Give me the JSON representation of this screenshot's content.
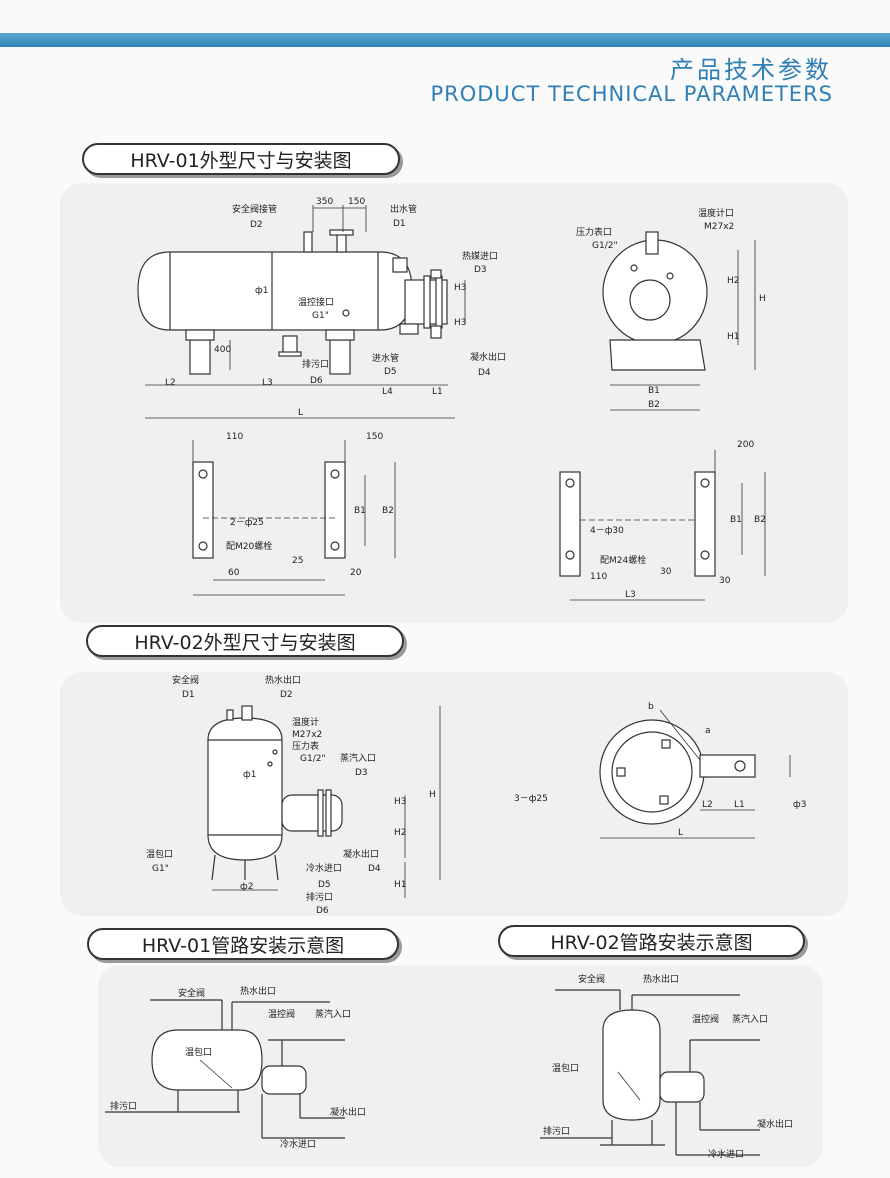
{
  "header": {
    "title_cn": "产品技术参数",
    "title_en": "PRODUCT TECHNICAL PARAMETERS"
  },
  "sections": {
    "hrv01_dims_title": "HRV-01外型尺寸与安装图",
    "hrv02_dims_title": "HRV-02外型尺寸与安装图",
    "hrv01_pipe_title": "HRV-01管路安装示意图",
    "hrv02_pipe_title": "HRV-02管路安装示意图"
  },
  "hrv01": {
    "safety_valve_pipe": "安全阀接管",
    "d2": "D2",
    "dim_350": "350",
    "dim_150": "150",
    "outlet_pipe": "出水管",
    "d1": "D1",
    "heat_inlet": "热媒进口",
    "d3": "D3",
    "phi1": "ф1",
    "temp_ctrl_port": "温控接口",
    "g1": "G1\"",
    "h3a": "H3",
    "h3b": "H3",
    "dim_400": "400",
    "drain": "排污口",
    "d6": "D6",
    "inlet_pipe": "进水管",
    "d5": "D5",
    "condensate_outlet": "凝水出口",
    "d4": "D4",
    "l2": "L2",
    "l3": "L3",
    "l4": "L4",
    "l1": "L1",
    "l": "L",
    "pressure_port": "压力表口",
    "g12": "G1/2\"",
    "thermo_port": "温度计口",
    "m27": "M27x2",
    "h2": "H2",
    "h": "H",
    "h1": "H1",
    "b1": "B1",
    "b2": "B2",
    "plan_110": "110",
    "plan_150": "150",
    "plan_2phi25": "2－ф25",
    "plan_m20": "配M20螺栓",
    "plan_25": "25",
    "plan_60": "60",
    "plan_20": "20",
    "plan_b1": "B1",
    "plan_b2": "B2",
    "plan2_200": "200",
    "plan2_4phi30": "4－ф30",
    "plan2_m24": "配M24螺栓",
    "plan2_30a": "30",
    "plan2_110": "110",
    "plan2_30b": "30",
    "plan2_l3": "L3",
    "plan2_b1": "B1",
    "plan2_b2": "B2"
  },
  "hrv02": {
    "safety_valve": "安全阀",
    "d1": "D1",
    "hot_outlet": "热水出口",
    "d2": "D2",
    "thermometer": "温度计",
    "m27": "M27x2",
    "pressure_gauge": "压力表",
    "g12": "G1/2\"",
    "steam_inlet": "蒸汽入口",
    "d3": "D3",
    "phi1": "ф1",
    "h": "H",
    "h3": "H3",
    "h2": "H2",
    "temp_bulb_port": "温包口",
    "g1": "G1\"",
    "condensate_outlet": "凝水出口",
    "d4": "D4",
    "cold_inlet": "冷水进口",
    "d5": "D5",
    "phi2": "ф2",
    "drain": "排污口",
    "d6": "D6",
    "h1": "H1",
    "b": "b",
    "a": "a",
    "holes": "3－ф25",
    "l2": "L2",
    "l1": "L1",
    "phi3": "ф3",
    "l": "L"
  },
  "pipe01": {
    "safety_valve": "安全阀",
    "hot_outlet": "热水出口",
    "temp_valve": "温控阀",
    "steam_inlet": "蒸汽入口",
    "temp_bulb": "温包口",
    "drain": "排污口",
    "condensate": "凝水出口",
    "cold_inlet": "冷水进口"
  },
  "pipe02": {
    "safety_valve": "安全阀",
    "hot_outlet": "热水出口",
    "temp_valve": "温控阀",
    "steam_inlet": "蒸汽入口",
    "temp_bulb": "温包口",
    "drain": "排污口",
    "condensate": "凝水出口",
    "cold_inlet": "冷水进口"
  }
}
